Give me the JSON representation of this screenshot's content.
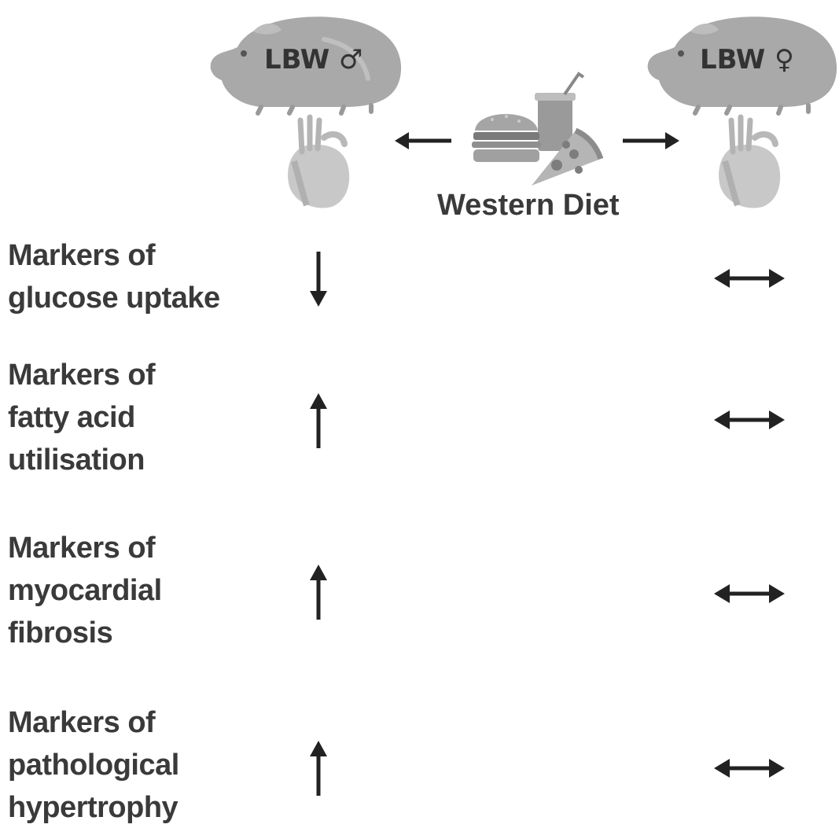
{
  "header": {
    "male_group": "LBW ♂",
    "female_group": "LBW ♀",
    "treatment": "Western Diet"
  },
  "rows": [
    {
      "label_lines": [
        "Markers of",
        "glucose uptake"
      ],
      "male": "down",
      "female": "no-change"
    },
    {
      "label_lines": [
        "Markers of",
        "fatty acid",
        "utilisation"
      ],
      "male": "up",
      "female": "no-change"
    },
    {
      "label_lines": [
        "Markers of",
        "myocardial",
        "fibrosis"
      ],
      "male": "up",
      "female": "no-change"
    },
    {
      "label_lines": [
        "Markers of",
        "pathological",
        "hypertrophy"
      ],
      "male": "up",
      "female": "no-change"
    }
  ]
}
